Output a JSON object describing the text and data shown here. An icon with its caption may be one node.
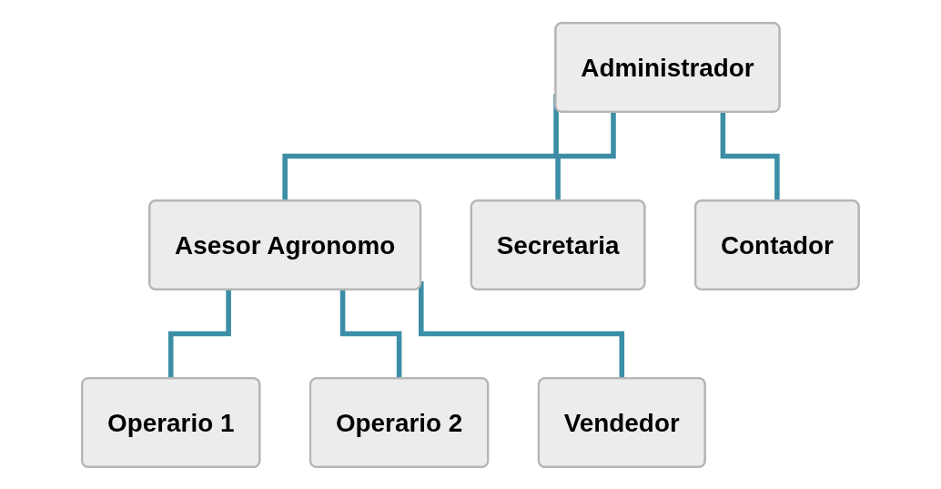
{
  "diagram": {
    "nodes": [
      {
        "text": [
          "Administrador"
        ]
      },
      {
        "text": [
          "Asesor Agronomo"
        ]
      },
      {
        "text": [
          "Secretaria"
        ]
      },
      {
        "text": [
          "Contador"
        ]
      },
      {
        "text": [
          "Operario 1"
        ]
      },
      {
        "text": [
          "Operario 2"
        ]
      },
      {
        "text": [
          "Vendedor"
        ]
      }
    ],
    "edges": [
      {
        "from": 0,
        "to": 1,
        "arrow": "none"
      },
      {
        "from": 0,
        "to": 2,
        "arrow": "none"
      },
      {
        "from": 0,
        "to": 3,
        "arrow": "none"
      },
      {
        "from": 1,
        "to": 4,
        "arrow": "none"
      },
      {
        "from": 1,
        "to": 5,
        "arrow": "none"
      },
      {
        "from": 1,
        "to": 6,
        "arrow": "none"
      }
    ]
  }
}
